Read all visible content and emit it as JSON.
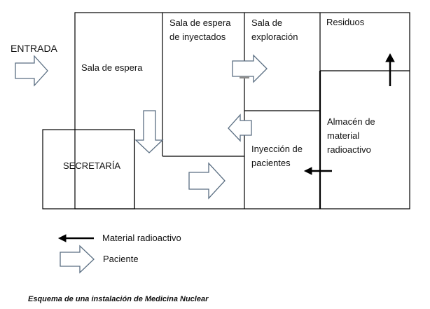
{
  "entrance_label": "ENTRADA",
  "rooms": {
    "waiting": "Sala de espera",
    "injected_waiting_line1": "Sala de espera",
    "injected_waiting_line2": "de inyectados",
    "exploration_line1": "Sala de",
    "exploration_line2": "exploración",
    "waste": "Residuos",
    "storage_line1": "Almacén de",
    "storage_line2": "material",
    "storage_line3": "radioactivo",
    "injection_line1": "Inyección de",
    "injection_line2": "pacientes",
    "secretary": "SECRETARÍA"
  },
  "legend": {
    "radioactive_material": "Material radioactivo",
    "patient": "Paciente"
  },
  "caption": "Esquema de una instalación de Medicina Nuclear",
  "colors": {
    "walls": "#000000",
    "patient_arrow_fill": "#ffffff",
    "patient_arrow_stroke": "#5a6e82",
    "material_arrow": "#000000"
  }
}
